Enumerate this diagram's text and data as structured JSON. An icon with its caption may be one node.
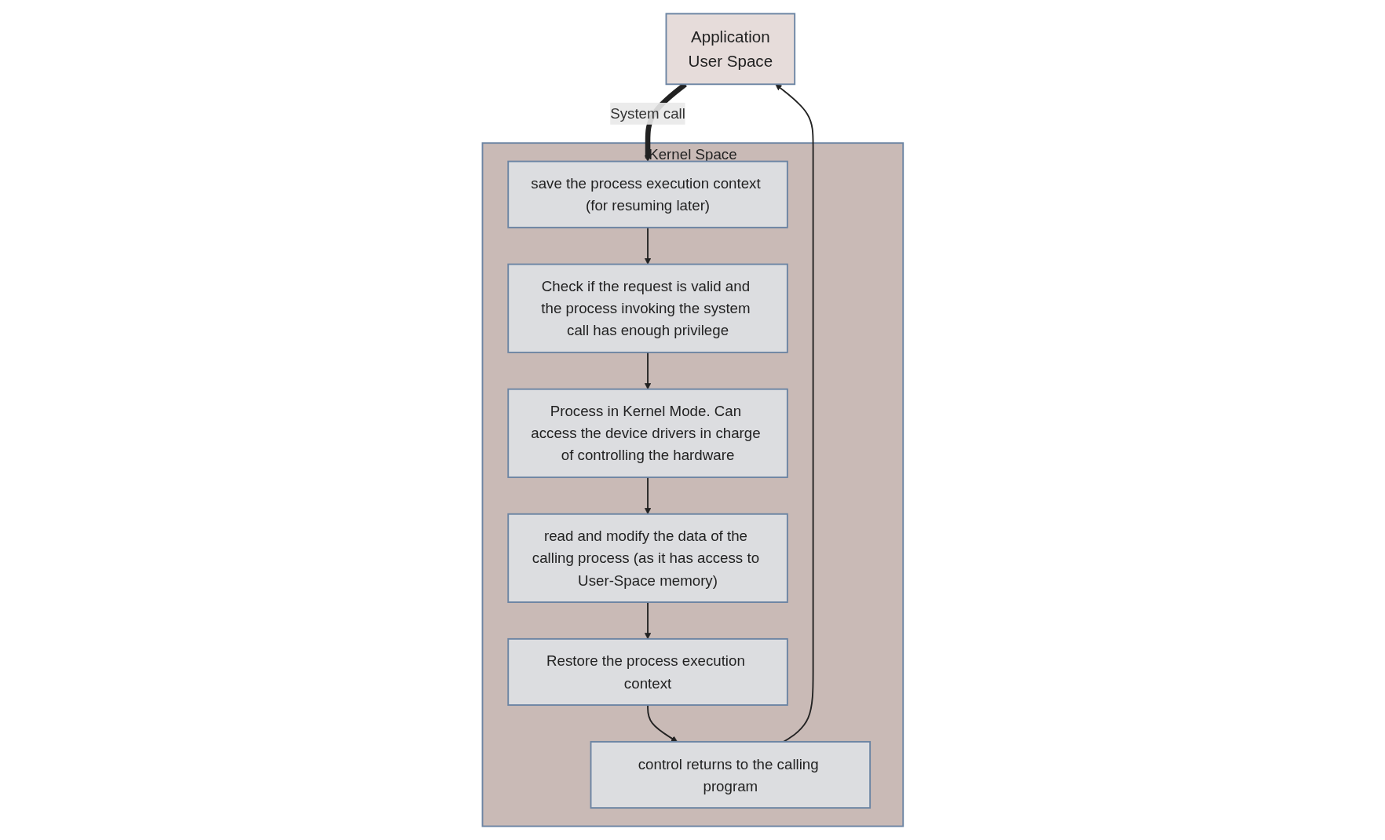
{
  "diagram": {
    "nodes": [
      {
        "text": [
          "Application",
          "User Space"
        ]
      },
      {
        "text": [
          "Kernel Space"
        ]
      },
      {
        "text": [
          "save the process execution context (for resuming later)"
        ],
        "in": 1
      },
      {
        "text": [
          "Check if the request is valid and the process invoking the system call has enough privilege"
        ],
        "in": 1
      },
      {
        "text": [
          "Process in Kernel Mode. Can access the device drivers in charge of controlling the hardware"
        ],
        "in": 1
      },
      {
        "text": [
          "control returns to the calling program"
        ],
        "in": 1
      },
      {
        "text": [
          "Restore the process execution context"
        ],
        "in": 1
      },
      {
        "text": [
          "read and modify the data of the calling process (as it has access to User-Space memory)"
        ],
        "in": 1
      }
    ],
    "edges": [
      {
        "from": 0,
        "to": 2,
        "arrow": "to",
        "label": "System call",
        "style": "thick"
      },
      {
        "from": 2,
        "to": 3,
        "arrow": "to"
      },
      {
        "from": 3,
        "to": 4,
        "arrow": "to"
      },
      {
        "from": 4,
        "to": 7,
        "arrow": "to"
      },
      {
        "from": 7,
        "to": 6,
        "arrow": "to"
      },
      {
        "from": 6,
        "to": 5,
        "arrow": "to"
      },
      {
        "from": 5,
        "to": 0,
        "arrow": "to"
      }
    ]
  }
}
